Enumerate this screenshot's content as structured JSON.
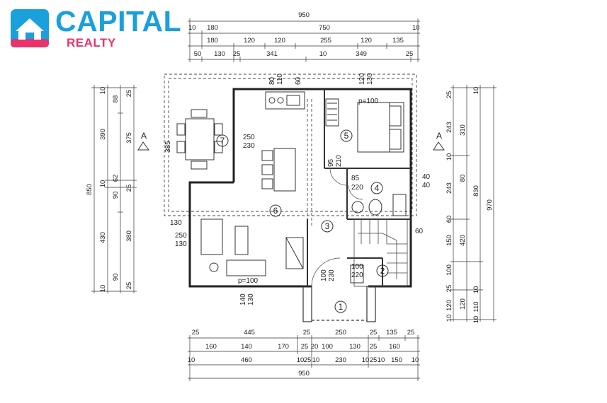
{
  "brand": {
    "name": "CAPITAL",
    "sub": "REALTY",
    "primary": "#1aa0dc",
    "accent": "#e8336b"
  },
  "top_dims": {
    "row1": [
      "950"
    ],
    "row2": [
      "10",
      "180",
      "750",
      "10"
    ],
    "row3": [
      "180",
      "120",
      "120",
      "255",
      "120",
      "135"
    ],
    "row4": [
      "50",
      "130",
      "25",
      "341",
      "10",
      "349",
      "25"
    ]
  },
  "bottom_dims": {
    "row1": [
      "25",
      "445",
      "25",
      "250",
      "25",
      "135",
      "25"
    ],
    "row2": [
      "160",
      "140",
      "170",
      "25",
      "20",
      "100",
      "130",
      "25",
      "160"
    ],
    "row3": [
      "10",
      "460",
      "10",
      "25",
      "10",
      "230",
      "10",
      "25",
      "10",
      "150",
      "10"
    ],
    "row4": [
      "950"
    ]
  },
  "left_dims": {
    "outer": [
      "850"
    ],
    "col2": [
      "10",
      "390",
      "10",
      "430",
      "10"
    ],
    "col3": [
      "88",
      "62",
      "90",
      "90"
    ],
    "col4": [
      "25",
      "375",
      "25",
      "380",
      "25"
    ]
  },
  "right_dims": {
    "col1": [
      "25",
      "243",
      "10",
      "243",
      "60",
      "150",
      "100",
      "25",
      "120",
      "10"
    ],
    "col2": [
      "310",
      "80",
      "420",
      "120"
    ],
    "col3": [
      "10",
      "830",
      "10",
      "110",
      "10"
    ],
    "outer": [
      "970"
    ]
  },
  "rooms": [
    {
      "num": "1"
    },
    {
      "num": "2"
    },
    {
      "num": "3"
    },
    {
      "num": "4"
    },
    {
      "num": "5"
    },
    {
      "num": "6"
    },
    {
      "num": "7"
    }
  ],
  "openings": {
    "a": [
      "250",
      "230"
    ],
    "b": [
      "250",
      "130"
    ],
    "c": [
      "95",
      "210"
    ],
    "d": [
      "85",
      "220"
    ],
    "e": [
      "100",
      "230"
    ],
    "f": [
      "100",
      "220"
    ],
    "g": [
      "140",
      "130"
    ],
    "h": [
      "120",
      "130"
    ],
    "i": [
      "80",
      "110"
    ],
    "j": [
      "40",
      "40"
    ],
    "k": [
      "130"
    ],
    "l": [
      "385"
    ],
    "m": [
      "60"
    ],
    "n": [
      "60"
    ],
    "p1": "p=100",
    "p2": "p=100"
  },
  "section_marker": "A"
}
